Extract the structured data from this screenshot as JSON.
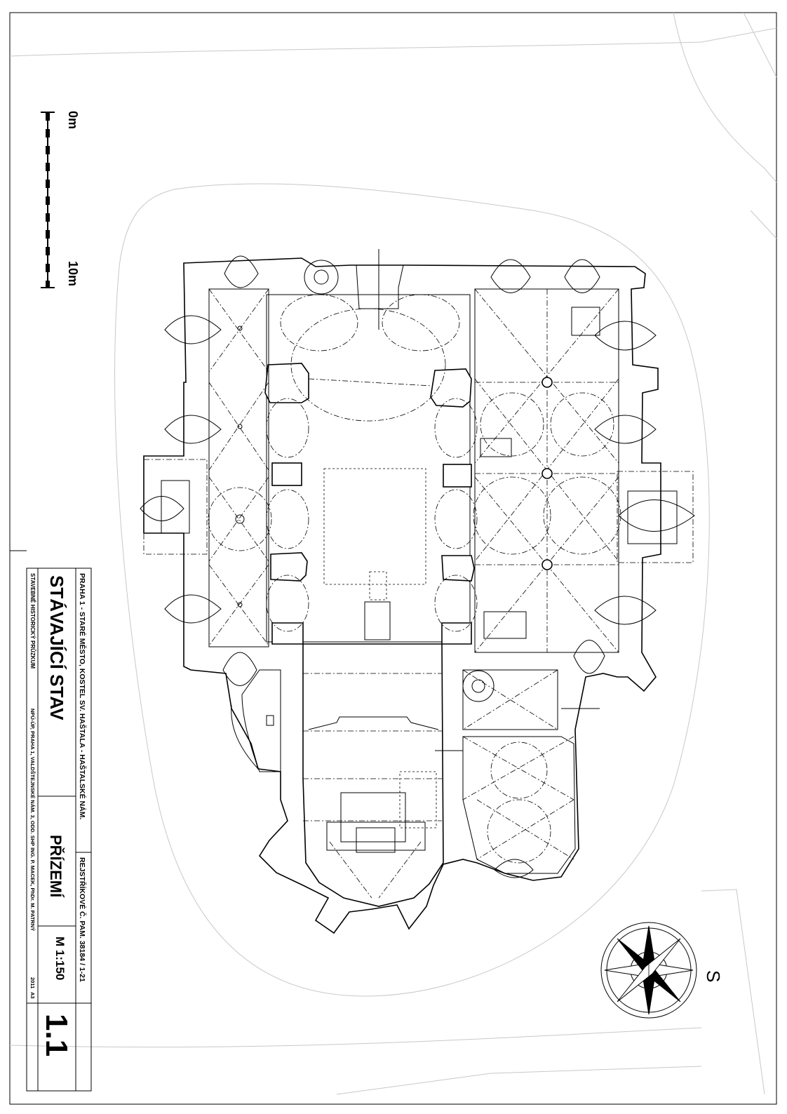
{
  "title_block": {
    "location": "PRAHA 1 - STARÉ MĚSTO, KOSTEL SV. HAŠTALA - HAŠTALSKÉ NÁM.",
    "registry": "REJSTŘÍKOVÉ Č. PAM. 38184 / 1-21",
    "state": "STÁVAJÍCÍ STAV",
    "floor": "PŘÍZEMÍ",
    "scale": "M 1:150",
    "sheet_no": "1.1",
    "survey": "STAVEBNĚ HISTORICKÝ PRŮZKUM",
    "authors": "NPÚ-ÚP, PRAHA 1, VALDŠTEJNSKÉ NÁM. 3, ODD. SHP ING. P. MACEK, PhDr. M. PATRNÝ",
    "year": "2011",
    "format": "A3"
  },
  "scale_bar": {
    "label_start": "0m",
    "label_end": "10m"
  },
  "compass": {
    "label": "S"
  }
}
